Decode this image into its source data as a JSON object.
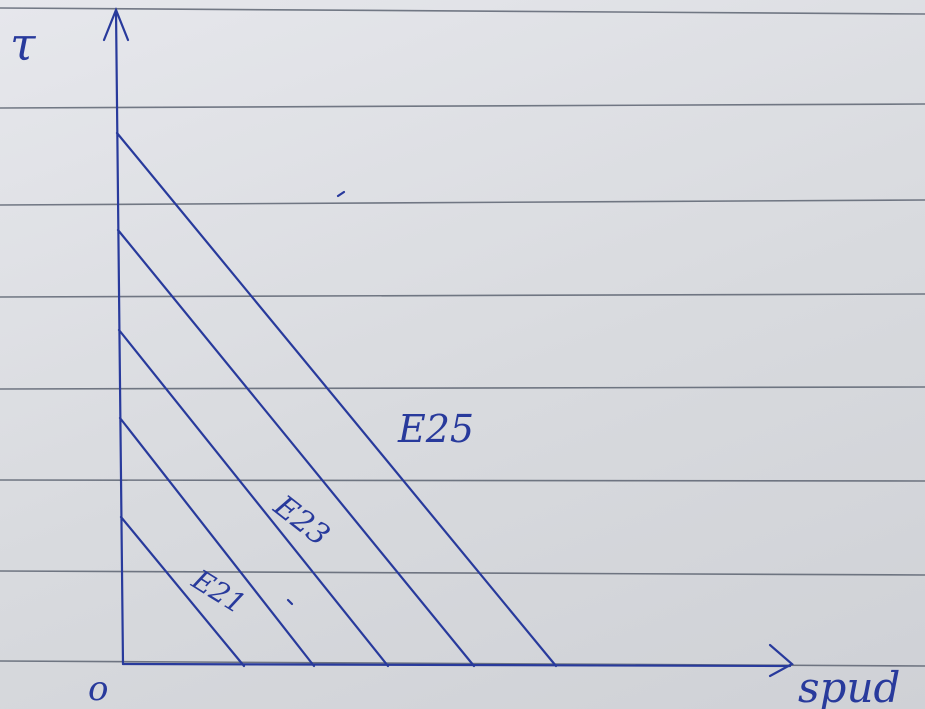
{
  "diagram": {
    "y_axis_label": "τ",
    "x_axis_label": "spud",
    "origin_label": "o",
    "curve_labels": {
      "top": "E25",
      "middle": "E23",
      "bottom": "E21"
    },
    "line_count": 5,
    "ink_color": "#283a9c",
    "paper_color": "#dcdee3",
    "rule_color": "#4c5463"
  }
}
